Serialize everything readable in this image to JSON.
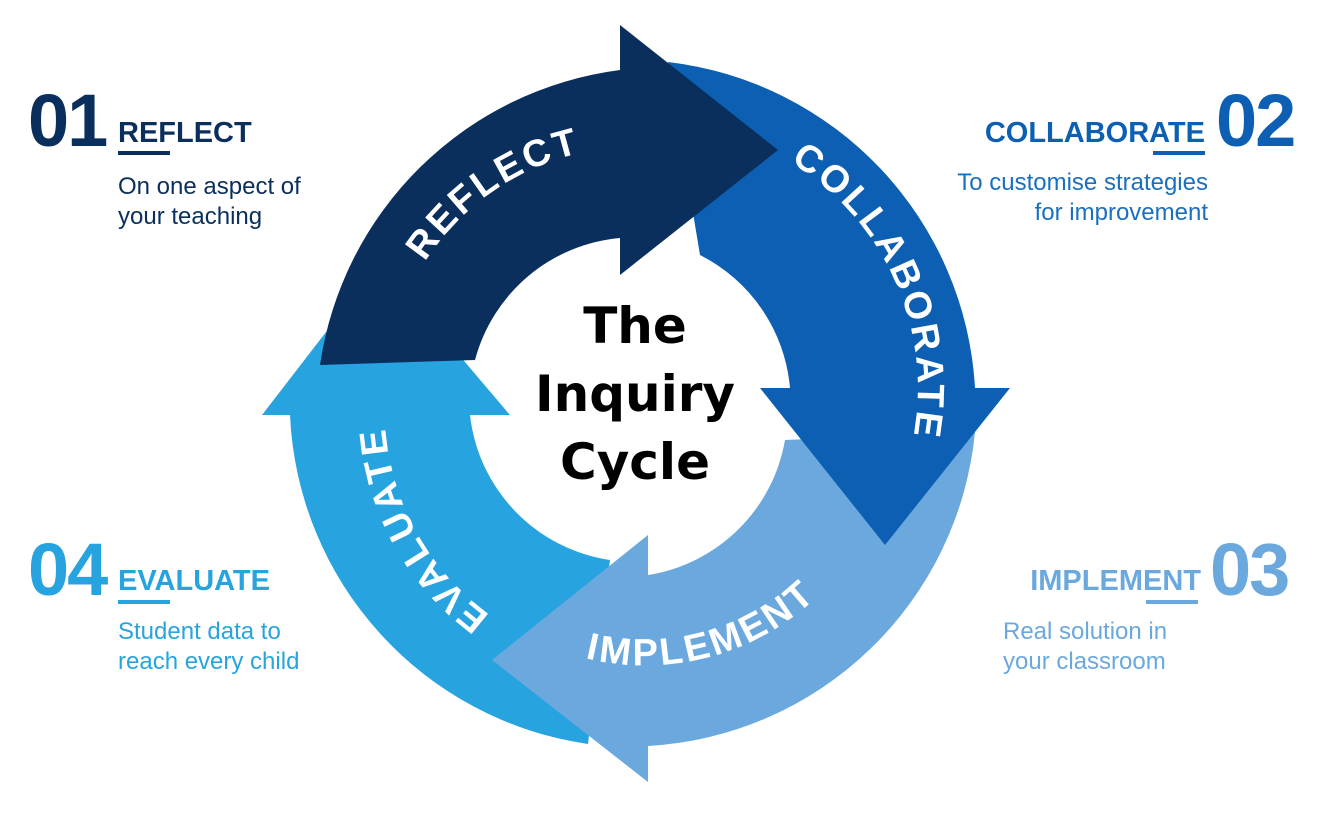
{
  "center_title": [
    "The",
    "Inquiry",
    "Cycle"
  ],
  "steps": [
    {
      "number": "01",
      "title": "REFLECT",
      "description": [
        "On one aspect of",
        "your teaching"
      ],
      "arrow_label": "REFLECT",
      "color": "#0a2f5c"
    },
    {
      "number": "02",
      "title": "COLLABORATE",
      "description": [
        "To customise strategies",
        "for improvement"
      ],
      "arrow_label": "COLLABORATE",
      "color": "#0c5fb2"
    },
    {
      "number": "03",
      "title": "IMPLEMENT",
      "description": [
        "Real solution in",
        "your classroom"
      ],
      "arrow_label": "IMPLEMENT",
      "color": "#6aa8de"
    },
    {
      "number": "04",
      "title": "EVALUATE",
      "description": [
        "Student data to",
        "reach every child"
      ],
      "arrow_label": "EVALUATE",
      "color": "#27a4e0"
    }
  ]
}
